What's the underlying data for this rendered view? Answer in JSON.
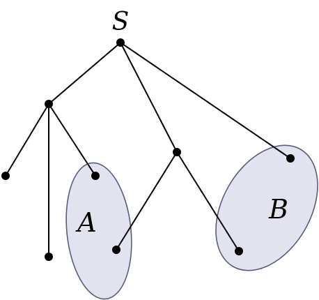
{
  "diagram": {
    "root_label": "S",
    "regions": [
      {
        "id": "region-a",
        "label": "A"
      },
      {
        "id": "region-b",
        "label": "B"
      }
    ],
    "colors": {
      "region_fill": "#e3e2ef",
      "region_stroke": "#5b5b7a",
      "edge": "#000000",
      "node": "#000000"
    }
  }
}
